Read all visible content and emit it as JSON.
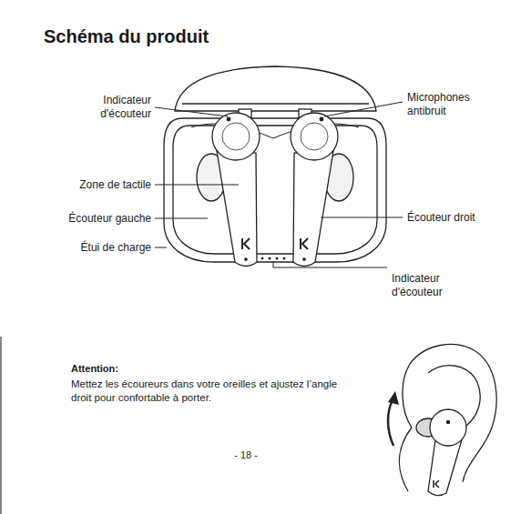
{
  "diagram": {
    "title": "Schéma du produit",
    "labels": [
      "Indicateur d'écouteur",
      "Zone de tactile",
      "Écouteur gauche",
      "Étui de charge",
      "Microphones antibruit",
      "Écouteur droit",
      "Indicateur d'écouteur",
      "Attention:",
      "Mettez les écoureurs dans votre oreilles et ajustez l’angle droit pour confortable à porter.",
      "- 18 -"
    ]
  }
}
